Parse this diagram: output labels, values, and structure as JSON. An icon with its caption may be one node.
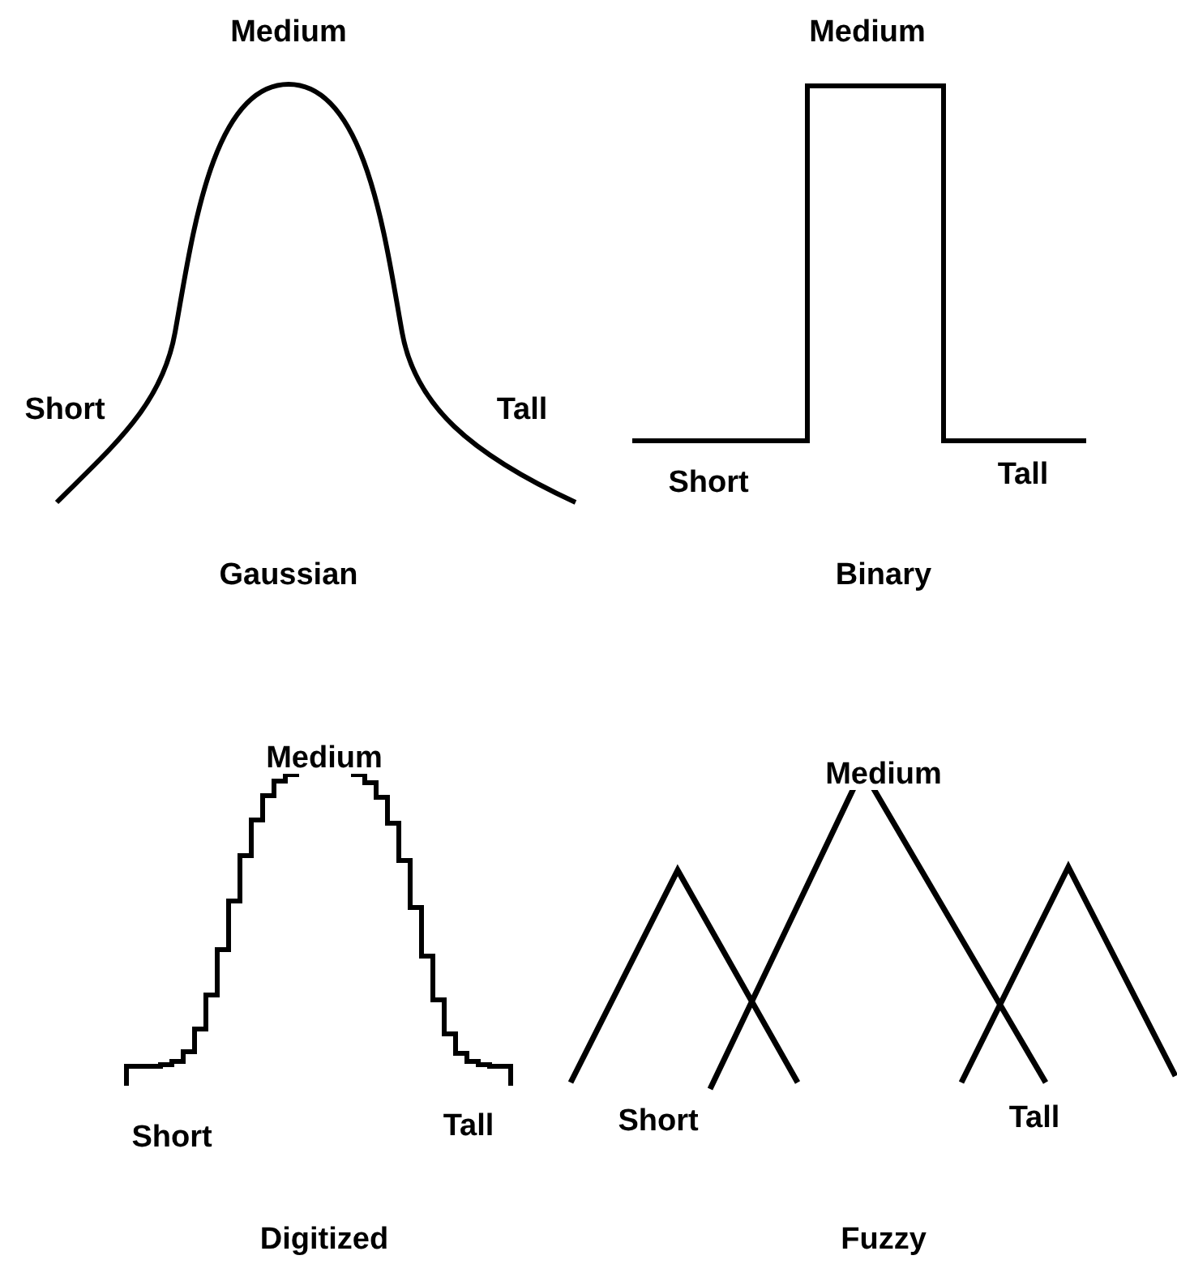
{
  "diagram": {
    "labels": [
      "Medium",
      "Short",
      "Tall",
      "Gaussian",
      "Medium",
      "Short",
      "Tall",
      "Binary",
      "Medium",
      "Short",
      "Tall",
      "Digitized",
      "Medium",
      "Short",
      "Tall",
      "Fuzzy"
    ]
  }
}
